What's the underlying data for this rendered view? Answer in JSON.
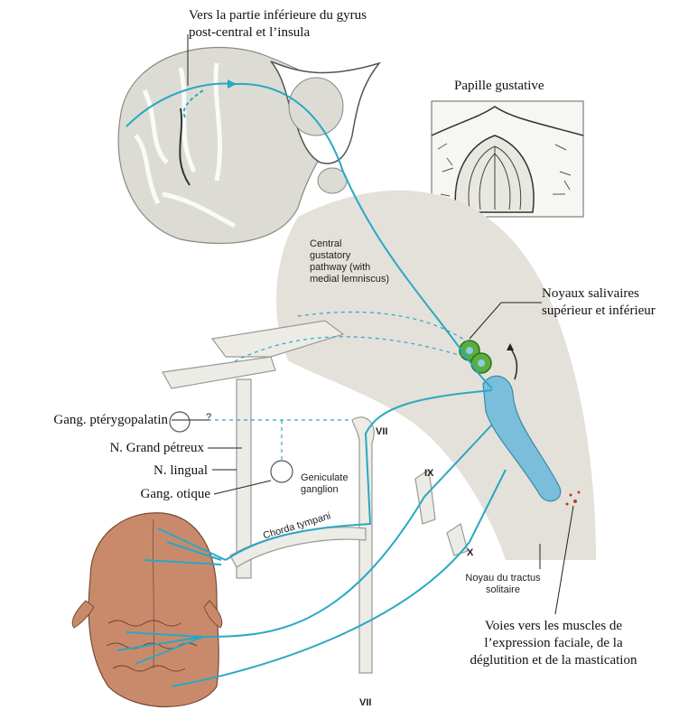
{
  "labels": {
    "top_dest_line1": "Vers la partie inférieure du gyrus",
    "top_dest_line2": "post-central et l’insula",
    "papille": "Papille gustative",
    "central_path_1": "Central",
    "central_path_2": "gustatory",
    "central_path_3": "pathway (with",
    "central_path_4": "medial lemniscus)",
    "noyaux_1": "Noyaux salivaires",
    "noyaux_2": "supérieur et inférieur",
    "gang_ptery": "Gang. ptérygopalatin",
    "n_grand_petreux": "N. Grand pétreux",
    "n_lingual": "N. lingual",
    "gang_otique": "Gang. otique",
    "geniculate_1": "Geniculate",
    "geniculate_2": "ganglion",
    "chorda": "Chorda tympani",
    "question": "?",
    "nerve_vii_top": "VII",
    "nerve_ix": "IX",
    "nerve_x": "X",
    "nerve_vii_bottom": "VII",
    "tractus_1": "Noyau du tractus",
    "tractus_2": "solitaire",
    "voies_1": "Voies vers les muscles de",
    "voies_2": "l’expression faciale, de la",
    "voies_3": "déglutition et de la mastication"
  },
  "colors": {
    "nerve_blue": "#2aa7c4",
    "brainstem_fill": "#e4e1da",
    "nucleus_blue": "#7bbedb",
    "tongue": "#c98a6c",
    "salivary_green": "#5cae3a",
    "cortex_fill": "#dcdcd4"
  }
}
